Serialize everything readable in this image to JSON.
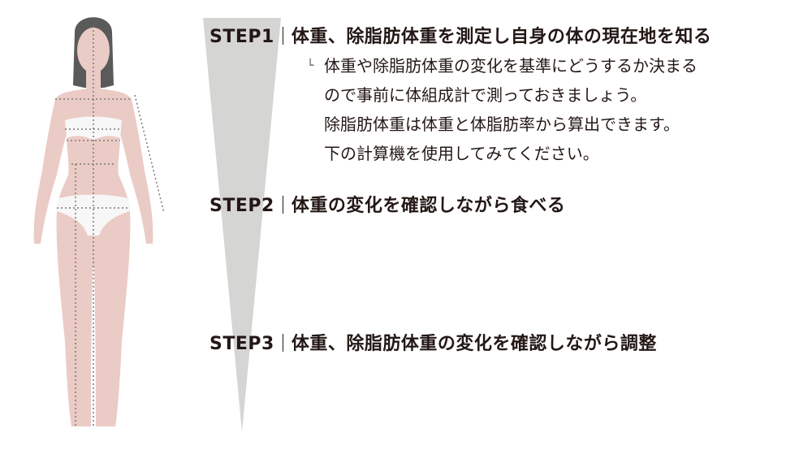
{
  "colors": {
    "skin": "#ebcbc5",
    "hair": "#5a5a5a",
    "wedge": "#d5d5d3",
    "text": "#231815",
    "underwear": "#ffffff"
  },
  "figure": {
    "icon": "body-measurement-figure"
  },
  "steps": [
    {
      "number": "STEP1",
      "title": "体重、除脂肪体重を測定し自身の体の現在地を知る"
    },
    {
      "number": "STEP2",
      "title": "体重の変化を確認しながら食べる"
    },
    {
      "number": "STEP3",
      "title": "体重、除脂肪体重の変化を確認しながら調整"
    }
  ],
  "step1_note": {
    "mark": "└",
    "lines": [
      "体重や除脂肪体重の変化を基準にどうするか決まる",
      "ので事前に体組成計で測っておきましょう。",
      "除脂肪体重は体重と体脂肪率から算出できます。",
      "下の計算機を使用してみてください。"
    ]
  }
}
